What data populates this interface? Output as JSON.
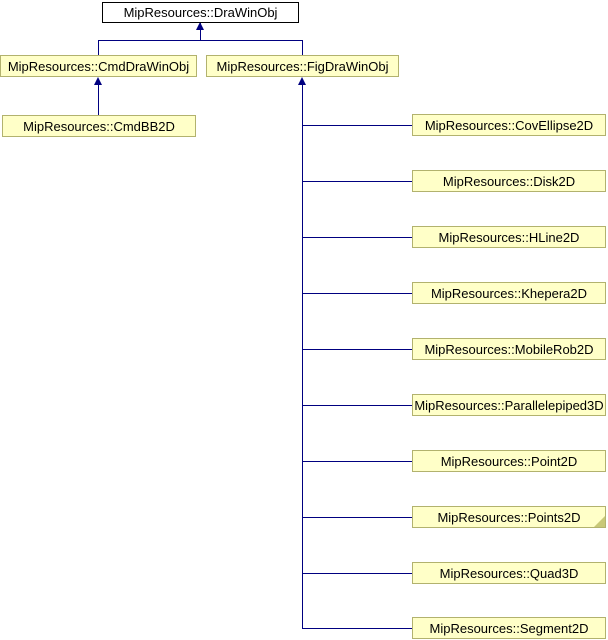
{
  "diagram": {
    "type": "class-inheritance-diagram",
    "root": {
      "label": "MipResources::DraWinObj"
    },
    "cmd": {
      "label": "MipResources::CmdDraWinObj"
    },
    "fig": {
      "label": "MipResources::FigDraWinObj"
    },
    "cmd_children": [
      {
        "label": "MipResources::CmdBB2D"
      }
    ],
    "fig_children": [
      {
        "label": "MipResources::CovEllipse2D"
      },
      {
        "label": "MipResources::Disk2D"
      },
      {
        "label": "MipResources::HLine2D"
      },
      {
        "label": "MipResources::Khepera2D"
      },
      {
        "label": "MipResources::MobileRob2D"
      },
      {
        "label": "MipResources::Parallelepiped3D"
      },
      {
        "label": "MipResources::Point2D"
      },
      {
        "label": "MipResources::Points2D",
        "has_hidden_subclasses": true
      },
      {
        "label": "MipResources::Quad3D"
      },
      {
        "label": "MipResources::Segment2D"
      }
    ],
    "colors": {
      "node_fill": "#ffffc8",
      "node_border": "#b2b26e",
      "root_fill": "#ffffff",
      "root_border": "#000000",
      "edge": "#000080",
      "fold": "#c8c878",
      "text": "#000000"
    }
  }
}
